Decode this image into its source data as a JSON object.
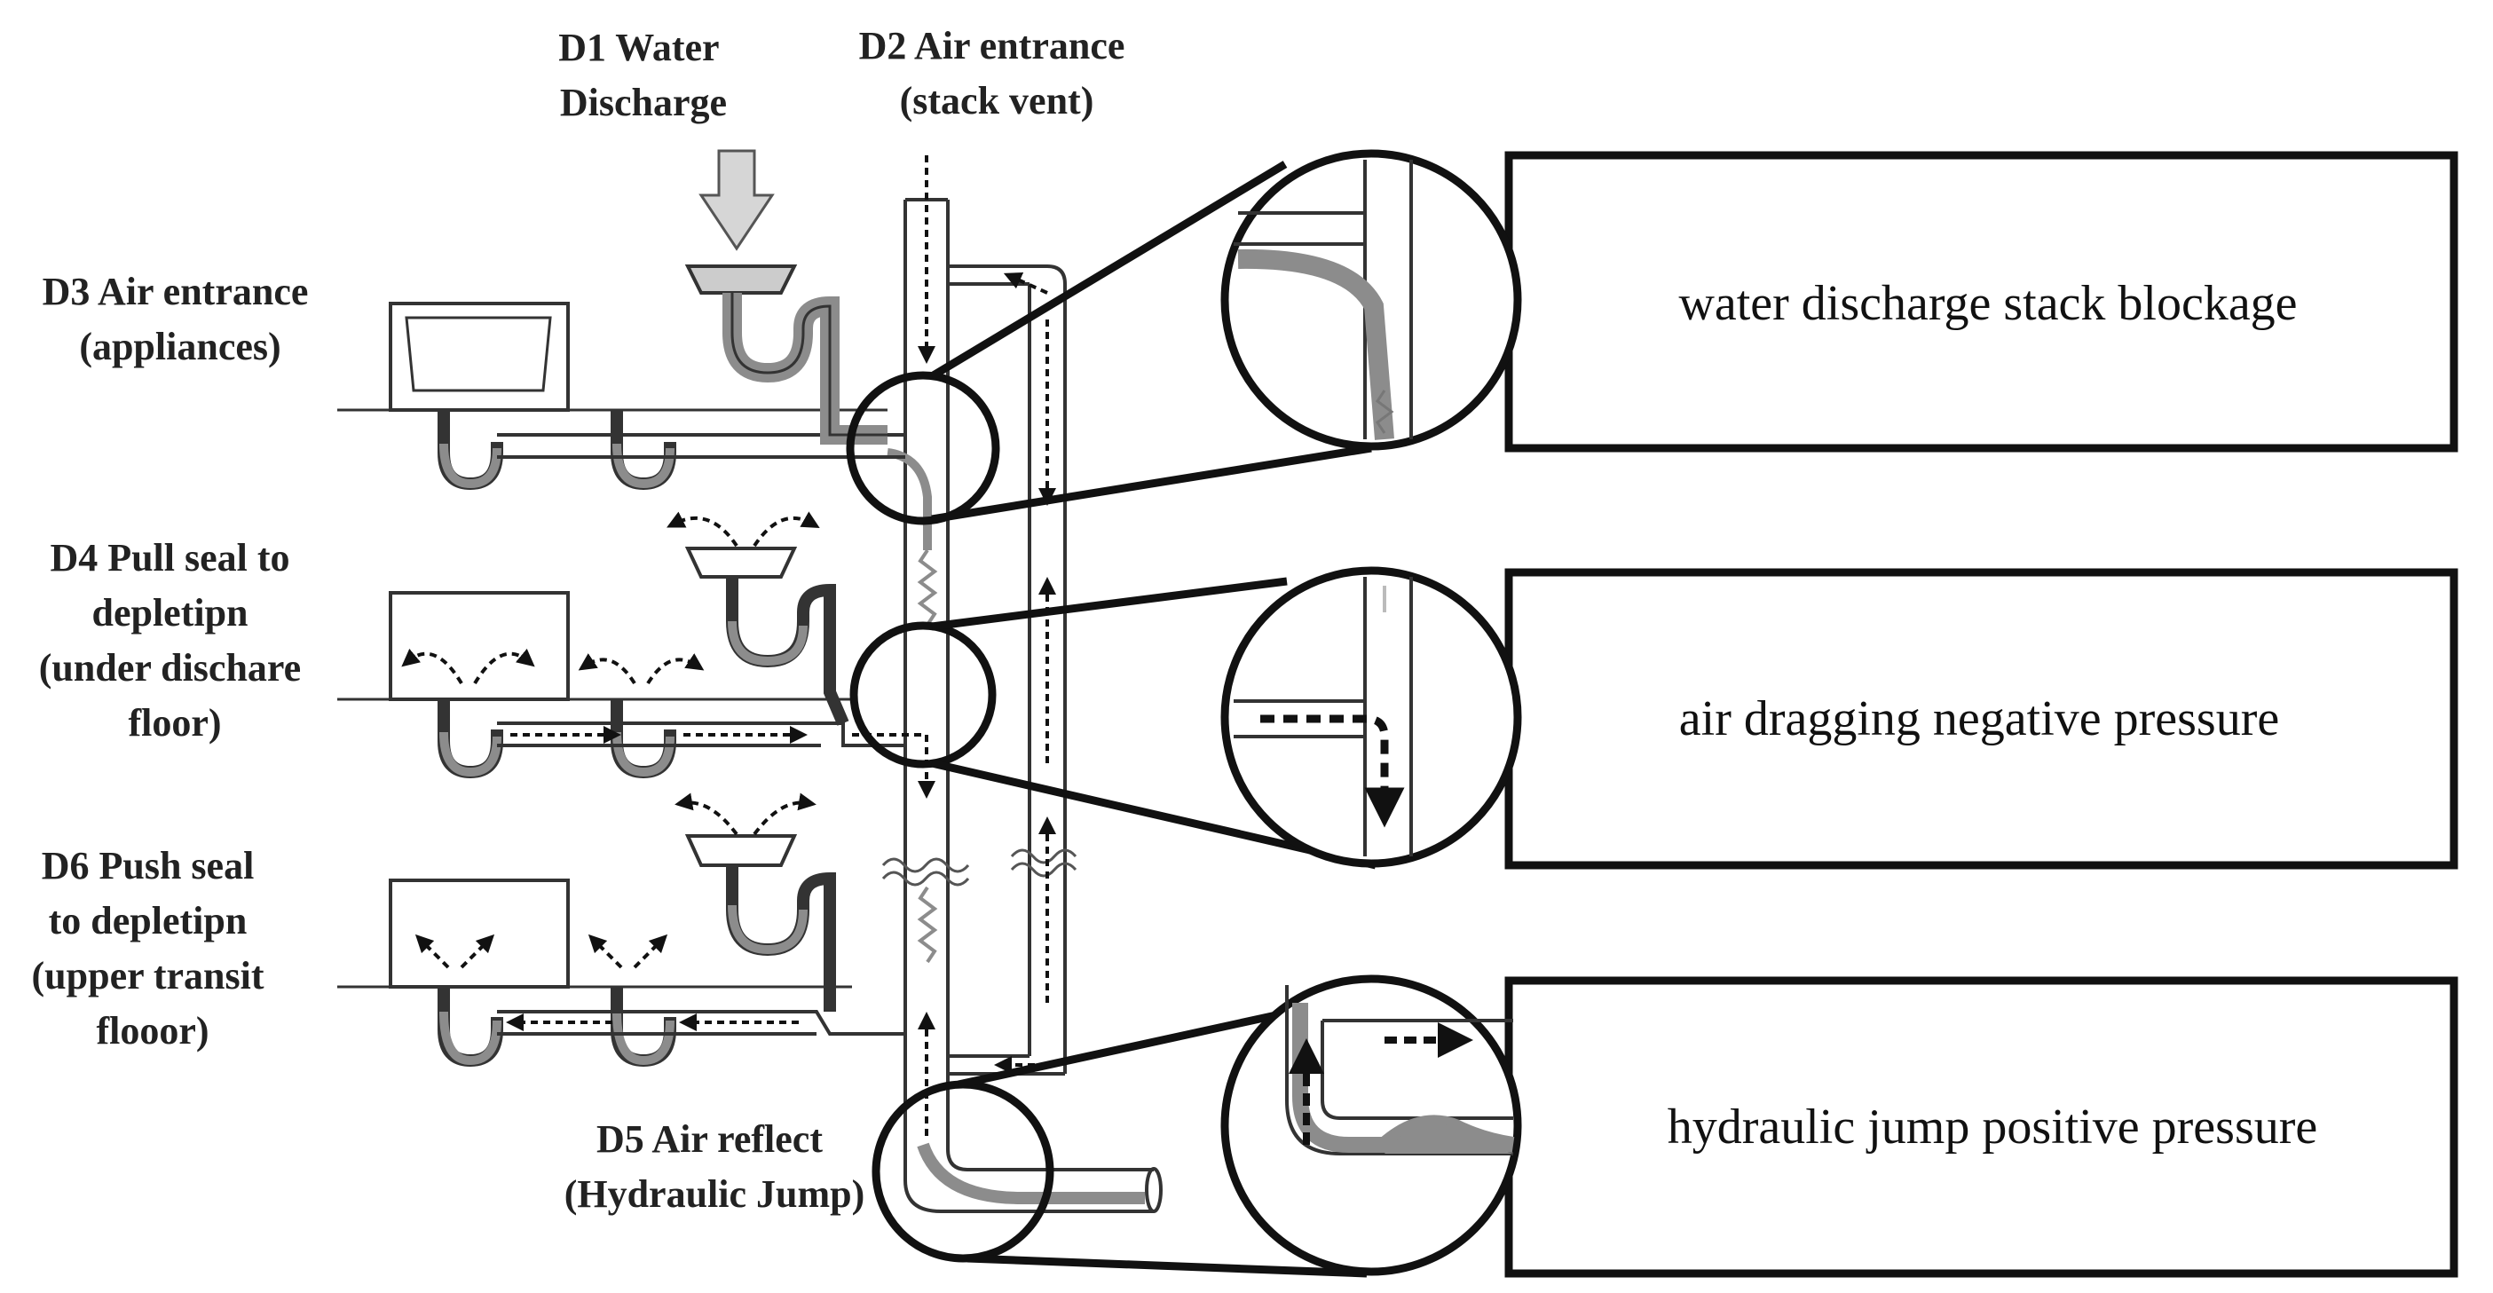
{
  "labels": {
    "d1": [
      "D1 Water",
      "Discharge"
    ],
    "d2": [
      "D2 Air entrance",
      "(stack vent)"
    ],
    "d3": [
      "D3 Air entrance",
      "(appliances)"
    ],
    "d4": [
      "D4 Pull seal to",
      "depletipn",
      "(under dischare",
      "floor)"
    ],
    "d6": [
      "D6 Push seal",
      "to depletipn",
      "(upper transit",
      "flooor)"
    ],
    "d5": [
      "D5 Air reflect",
      "(Hydraulic Jump)"
    ]
  },
  "callouts": [
    {
      "id": "top",
      "text": "water discharge stack blockage"
    },
    {
      "id": "mid",
      "text": "air dragging negative pressure"
    },
    {
      "id": "bottom",
      "text": "hydraulic jump positive pressure"
    }
  ],
  "colors": {
    "water": "#8c8c8c",
    "pipe": "#333333",
    "pipe_fill": "#ffffff",
    "arrow_fill": "#d6d6d6"
  }
}
